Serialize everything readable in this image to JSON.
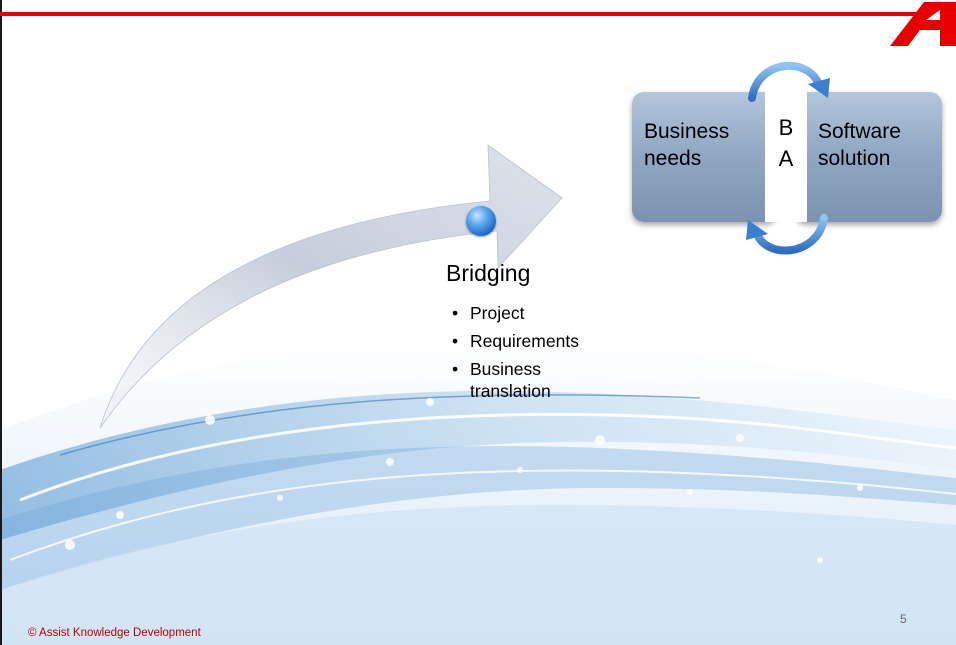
{
  "slide": {
    "bridge": {
      "title": "Bridging",
      "items": [
        "Project",
        "Requirements",
        "Business translation"
      ]
    },
    "diagram": {
      "left_box": [
        "Business",
        "needs"
      ],
      "right_box": [
        "Software",
        "solution"
      ],
      "center": [
        "B",
        "A"
      ]
    },
    "footer": {
      "copyright": "© Assist Knowledge Development",
      "page_number": "5"
    }
  },
  "colors": {
    "accent_red": "#e60000",
    "box_fill": "#92a9c4",
    "cycle_arrow": "#3b7fd0",
    "copyright_text": "#c00000"
  },
  "icons": [
    "logo-a-icon",
    "bullet-dot-icon",
    "cycle-arrow-icon",
    "main-curved-arrow-icon"
  ]
}
